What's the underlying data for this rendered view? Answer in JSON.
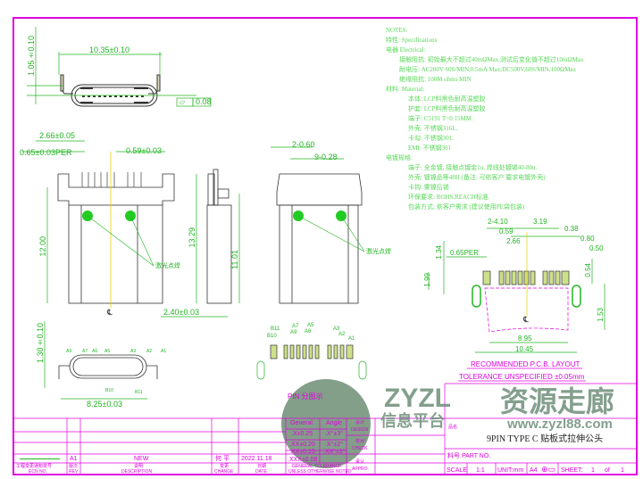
{
  "notes": {
    "title": "NOTES:",
    "lines": [
      "特性: Specifications",
      "电器 Electrical:",
      "接触阻抗: 初始最大不超过40mΩMax,测试后变化值不超过10mΩMax",
      "耐电压: AC200V 60S/MIN,0.5mA Max;DC500V,60S/MIN,100ΩMax",
      "绝缘阻抗: 100M ohms MIN",
      "材料: Material:",
      "本体: LCP料黑色耐高温塑胶",
      "护套: LCP料黑色耐高温塑胶",
      "端子: C5191 T=0.15MM .",
      "外壳: 不锈钢316L.",
      "卡勾: 不锈钢301.",
      "EMI: 不锈钢301",
      "电镀规格:",
      "端子: 全金镀, 接触点镀金1u, 焊线处镀锡40-80u.",
      "外壳: 镀镍品等48H (备注: 可依客户 要求电镀外壳)",
      "卡钩: 雾镍后锡",
      "环保要求: ROHS,REACH标准.",
      "包装方式: 依客户需求 (建议使用PE袋包装)"
    ]
  },
  "dims": {
    "top_width": "10.35±0.10",
    "top_height": "1.05±0.10",
    "flatness": "0.08",
    "pitch_a": "2.66±0.05",
    "pitch_per": "0.65±0.03PER",
    "pin_w": "0.59±0.03",
    "len_12": "12.00",
    "len_1329": "13.29",
    "len_1101": "11.01",
    "thick": "2.40±0.03",
    "pin_2060": "2-0.60",
    "pin_928": "9-0.28",
    "end_height": "1.30±0.10",
    "end_width": "8.25±0.03",
    "pcb": {
      "d1": "2-4.10",
      "d2": "3.19",
      "d3": "0.59",
      "d4": "0.38",
      "d5": "2.66",
      "d6": "0.80",
      "d7": "0.50",
      "d8": "0.65PER",
      "d9": "1.34",
      "d10": "1.99",
      "d11": "0.54",
      "d12": "1.53",
      "d13": "8.95",
      "d14": "10.45"
    }
  },
  "labels": {
    "laser_weld": "激光点焊",
    "centerline": "℄",
    "pins_top": [
      "B11",
      "B10",
      "A9",
      "A7",
      "A6",
      "A5",
      "A3",
      "A2",
      "A1"
    ],
    "pins_end": [
      "A9",
      "A7",
      "A6",
      "A5",
      "A3",
      "A2",
      "A1"
    ],
    "pins_end_b": [
      "B10",
      "B11"
    ],
    "pcb_ref": "PIN 分图示",
    "pcb_title": "RECOMMENDED   P.C.B.  LAYOUT",
    "pcb_tol": "TOLERANCE  UNSPECIFIED  ±0.05mm"
  },
  "title_block": {
    "tol_general": "General",
    "tol_angle": "Angle",
    "tol_rows": [
      [
        ".X±0.25",
        ".X°±3°"
      ],
      [
        ".XX±0.20",
        ".X°±2°"
      ],
      [
        ".XX±0.15",
        ".XX°±1°"
      ],
      [
        ".XXX±0.08",
        ""
      ]
    ],
    "tol_caption1": "GENERAL TOLERANCE",
    "tol_caption2": "UNLESS OTHERWISE NOTED",
    "design_cn": "设计",
    "design": "DESIGN",
    "check_cn": "校对",
    "check": "CHECK",
    "appro_cn": "承认",
    "appro": "APPRO.",
    "rev": "A1",
    "desc": "NEW",
    "change": "何 平",
    "date": "2022.11.18",
    "h_ecn_cn": "工程变更通知单号",
    "h_ecn": "ECN NO.",
    "h_rev_cn": "版次",
    "h_rev": "REV",
    "h_desc_cn": "说明",
    "h_desc": "DESCRIPTION",
    "h_change_cn": "变更",
    "h_change": "CHANGE",
    "h_date_cn": "日期",
    "h_date": "DATE",
    "name_cn": "品名",
    "part_title": "9PIN TYPE C 贴板式拉伸公头",
    "part_no": "料号 PART NO.",
    "scale_label": "SCALE",
    "scale": "1:1",
    "unit": "UNIT:mm",
    "paper": "A4",
    "sheet_label": "SHEET:",
    "sheet": "1",
    "of": "of",
    "sheets": "1"
  },
  "watermark": {
    "brand": "ZYZL",
    "cn1": "信息平台",
    "cn2": "资源走廊",
    "url": "www.zyzl88.com"
  }
}
